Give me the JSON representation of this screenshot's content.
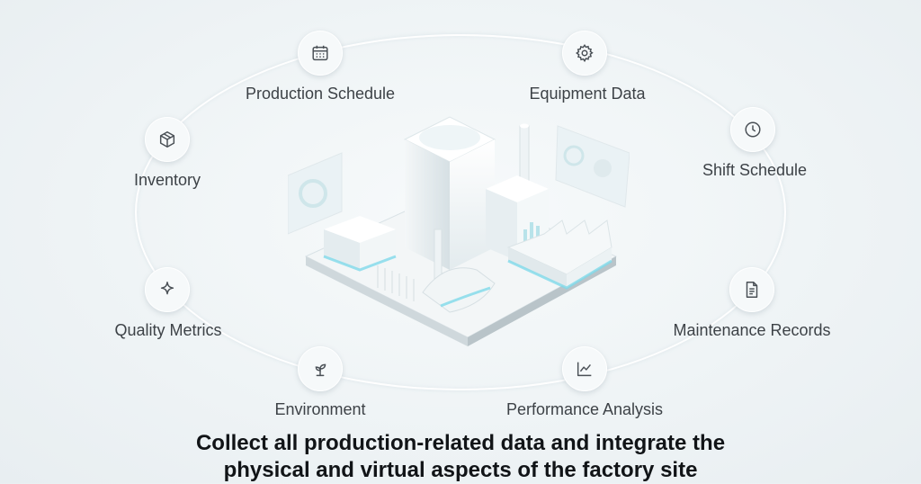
{
  "nodes": [
    {
      "id": "production-schedule",
      "label": "Production Schedule",
      "icon": "calendar-icon"
    },
    {
      "id": "equipment-data",
      "label": "Equipment Data",
      "icon": "gear-icon"
    },
    {
      "id": "inventory",
      "label": "Inventory",
      "icon": "box-icon"
    },
    {
      "id": "shift-schedule",
      "label": "Shift Schedule",
      "icon": "clock-icon"
    },
    {
      "id": "quality-metrics",
      "label": "Quality Metrics",
      "icon": "sparkle-icon"
    },
    {
      "id": "maintenance-records",
      "label": "Maintenance Records",
      "icon": "document-icon"
    },
    {
      "id": "environment",
      "label": "Environment",
      "icon": "sprout-icon"
    },
    {
      "id": "performance-analysis",
      "label": "Performance Analysis",
      "icon": "line-chart-icon"
    }
  ],
  "headline": {
    "line1": "Collect all production-related data and integrate the",
    "line2": "physical and virtual aspects of the factory site"
  },
  "colors": {
    "accent": "#7fd9ea",
    "icon": "#4a5056"
  }
}
